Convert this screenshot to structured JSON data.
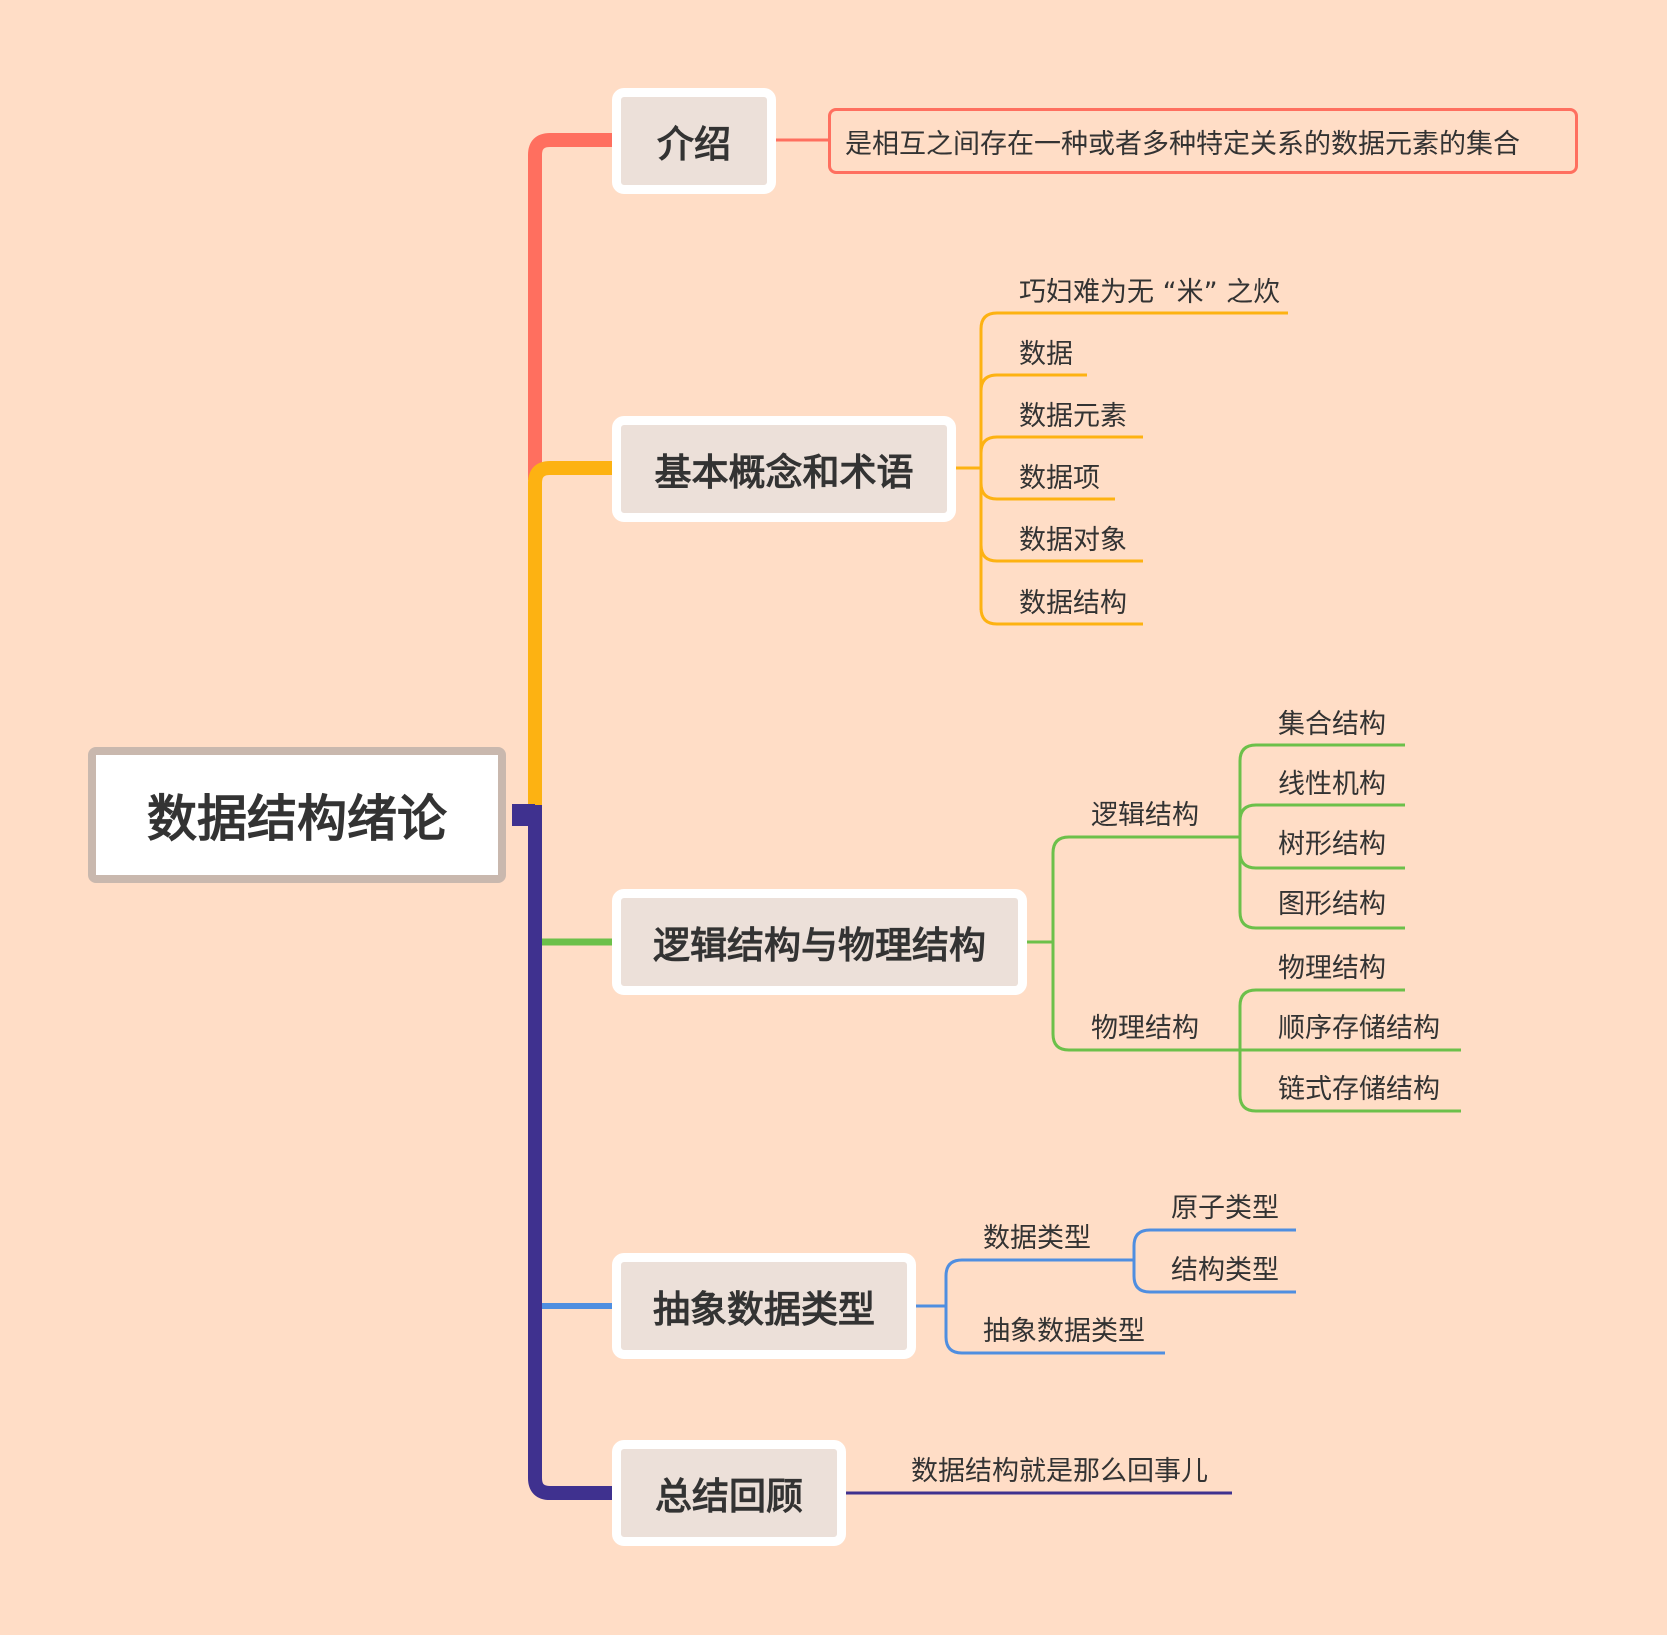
{
  "root": "数据结构绪论",
  "colors": {
    "intro": "#FF6F5F",
    "concepts": "#FDB212",
    "structure": "#6CC04A",
    "adt": "#4F8EE0",
    "summary": "#3F318F"
  },
  "branches": {
    "intro": {
      "label": "介绍",
      "detail": "是相互之间存在一种或者多种特定关系的数据元素的集合"
    },
    "concepts": {
      "label": "基本概念和术语",
      "items": [
        "巧妇难为无 “米” 之炊",
        "数据",
        "数据元素",
        "数据项",
        "数据对象",
        "数据结构"
      ]
    },
    "structure": {
      "label": "逻辑结构与物理结构",
      "logical": {
        "label": "逻辑结构",
        "items": [
          "集合结构",
          "线性机构",
          "树形结构",
          "图形结构"
        ]
      },
      "physical": {
        "label": "物理结构",
        "items": [
          "物理结构",
          "顺序存储结构",
          "链式存储结构"
        ]
      }
    },
    "adt": {
      "label": "抽象数据类型",
      "datatype": {
        "label": "数据类型",
        "items": [
          "原子类型",
          "结构类型"
        ]
      },
      "abstract": "抽象数据类型"
    },
    "summary": {
      "label": "总结回顾",
      "detail": "数据结构就是那么回事儿"
    }
  }
}
